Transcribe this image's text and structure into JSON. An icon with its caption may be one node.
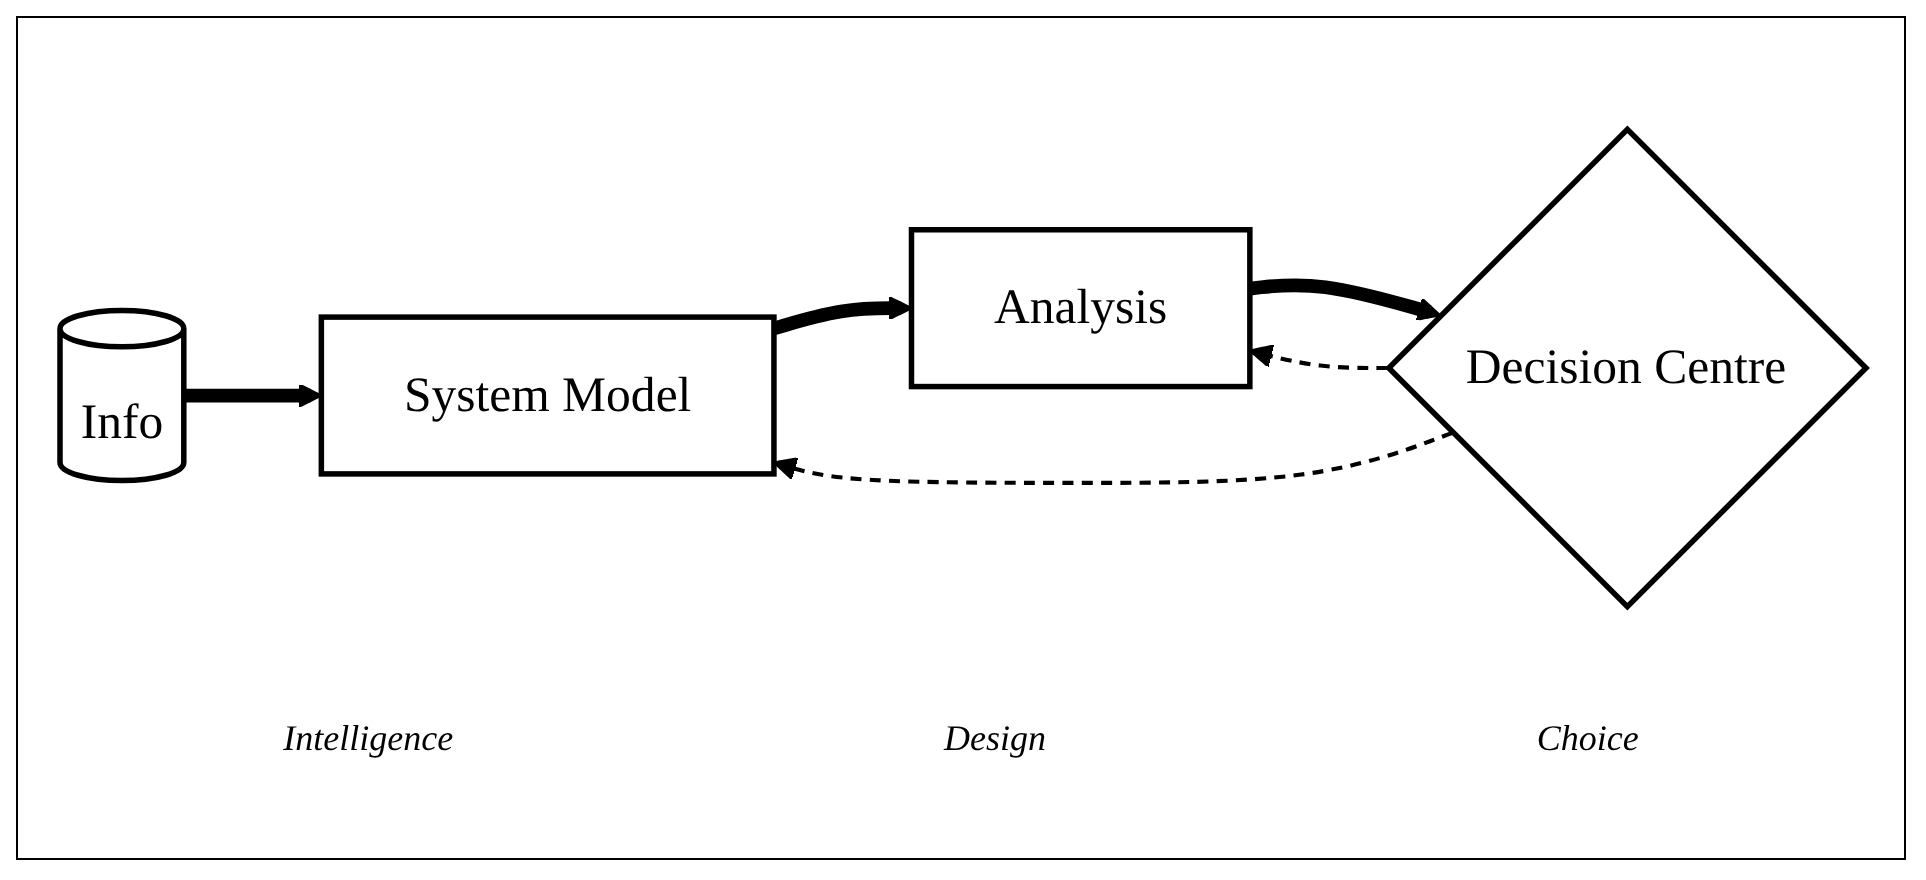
{
  "diagram": {
    "nodes": [
      {
        "text": [
          "Info"
        ]
      },
      {
        "text": [
          "System Model"
        ]
      },
      {
        "text": [
          "Analysis"
        ]
      },
      {
        "text": [
          "Decision Centre"
        ]
      }
    ],
    "edges": [
      {
        "from": 0,
        "to": 1,
        "arrow": "to"
      },
      {
        "from": 1,
        "to": 2,
        "arrow": "to"
      },
      {
        "from": 2,
        "to": 3,
        "arrow": "to"
      },
      {
        "from": 3,
        "to": 1,
        "arrow": "to",
        "style": "dashed"
      },
      {
        "from": 3,
        "to": 2,
        "arrow": "to",
        "style": "dashed"
      }
    ],
    "labels": [
      "Intelligence",
      "Design",
      "Choice"
    ]
  }
}
